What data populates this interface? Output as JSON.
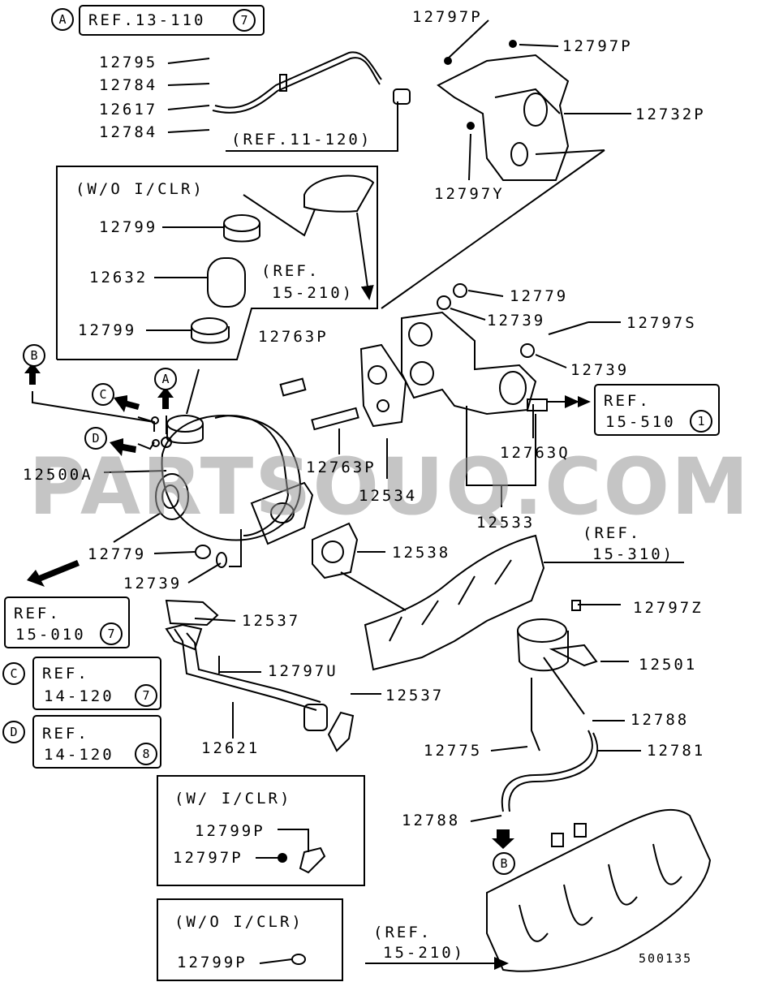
{
  "watermark": "PARTSOUQ.COM",
  "diagram_code": "500135",
  "callouts": {
    "A": "A",
    "B": "B",
    "C": "C",
    "D": "D"
  },
  "refs": {
    "ref_13_110": "REF.13-110",
    "ref_13_110_num": "7",
    "ref_11_120": "(REF.11-120)",
    "ref_15_210_top_1": "(REF.",
    "ref_15_210_top_2": "15-210)",
    "ref_15_510_1": "REF.",
    "ref_15_510_2": "15-510",
    "ref_15_510_num": "1",
    "ref_15_310_1": "(REF.",
    "ref_15_310_2": "15-310)",
    "ref_15_010_1": "REF.",
    "ref_15_010_2": "15-010",
    "ref_15_010_num": "7",
    "ref_14_120c_1": "REF.",
    "ref_14_120c_2": "14-120",
    "ref_14_120c_num": "7",
    "ref_14_120d_1": "REF.",
    "ref_14_120d_2": "14-120",
    "ref_14_120d_num": "8",
    "ref_15_210_bot_1": "(REF.",
    "ref_15_210_bot_2": "15-210)"
  },
  "groups": {
    "wo_iclr_top": "(W/O I/CLR)",
    "w_iclr": "(W/ I/CLR)",
    "wo_iclr_bottom": "(W/O I/CLR)"
  },
  "parts": {
    "p12795": "12795",
    "p12784a": "12784",
    "p12617": "12617",
    "p12784b": "12784",
    "p12797P_top": "12797P",
    "p12797P_right": "12797P",
    "p12732P": "12732P",
    "p12797Y": "12797Y",
    "p12799a": "12799",
    "p12632": "12632",
    "p12799b": "12799",
    "p12779a": "12779",
    "p12739a": "12739",
    "p12797S": "12797S",
    "p12739b": "12739",
    "p12763P_a": "12763P",
    "p12763Q": "12763Q",
    "p12763P_b": "12763P",
    "p12534": "12534",
    "p12533": "12533",
    "p12500A": "12500A",
    "p12538": "12538",
    "p12779b": "12779",
    "p12739c": "12739",
    "p12537a": "12537",
    "p12797Z": "12797Z",
    "p12501": "12501",
    "p12797U": "12797U",
    "p12537b": "12537",
    "p12788a": "12788",
    "p12621": "12621",
    "p12775": "12775",
    "p12781": "12781",
    "p12799P_a": "12799P",
    "p12797P_b": "12797P",
    "p12788b": "12788",
    "p12799P_b": "12799P"
  }
}
